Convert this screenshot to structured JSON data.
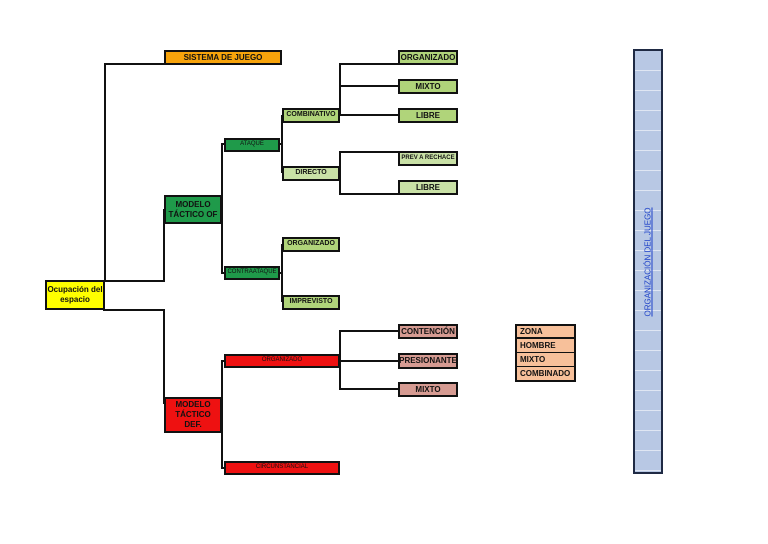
{
  "colors": {
    "line": "#111111",
    "yellow": "#ffff00",
    "orange": "#f7a30b",
    "green_dark": "#1f9a4a",
    "green_light": "#b0d47a",
    "red": "#ee1111",
    "salmon": "#d69b92",
    "peach": "#f7c09a",
    "blue_panel": "#b8c8e4",
    "link": "#1b3fc7"
  },
  "nodes": {
    "root": "Ocupación del espacio",
    "sistema": "SISTEMA DE JUEGO",
    "modelo_of": "MODELO TÁCTICO OF",
    "ataque": "ATAQUE",
    "combinativo": "COMBINATIVO",
    "organizado_1": "ORGANIZADO",
    "mixto_1": "MIXTO",
    "libre_1": "LIBRE",
    "directo": "DIRECTO",
    "prev_rechace": "PREV A RECHACE",
    "libre_2": "LIBRE",
    "contraataque": "CONTRAATAQUE",
    "organizado_2": "ORGANIZADO",
    "imprevisto": "IMPREVISTO",
    "modelo_def": "MODELO TÁCTICO DEF.",
    "organizado_def": "ORGANIZADO",
    "contencion": "CONTENCIÓN",
    "presionante": "PRESIONANTE",
    "mixto_def": "MIXTO",
    "circunstancial": "CIRCUNSTANCIAL",
    "zona": "ZONA",
    "hombre": "HOMBRE",
    "mixto_marca": "MIXTO",
    "combinado": "COMBINADO"
  },
  "side_panel": {
    "link_text": "ORGANIZACIÓN DEL JUEGO"
  }
}
